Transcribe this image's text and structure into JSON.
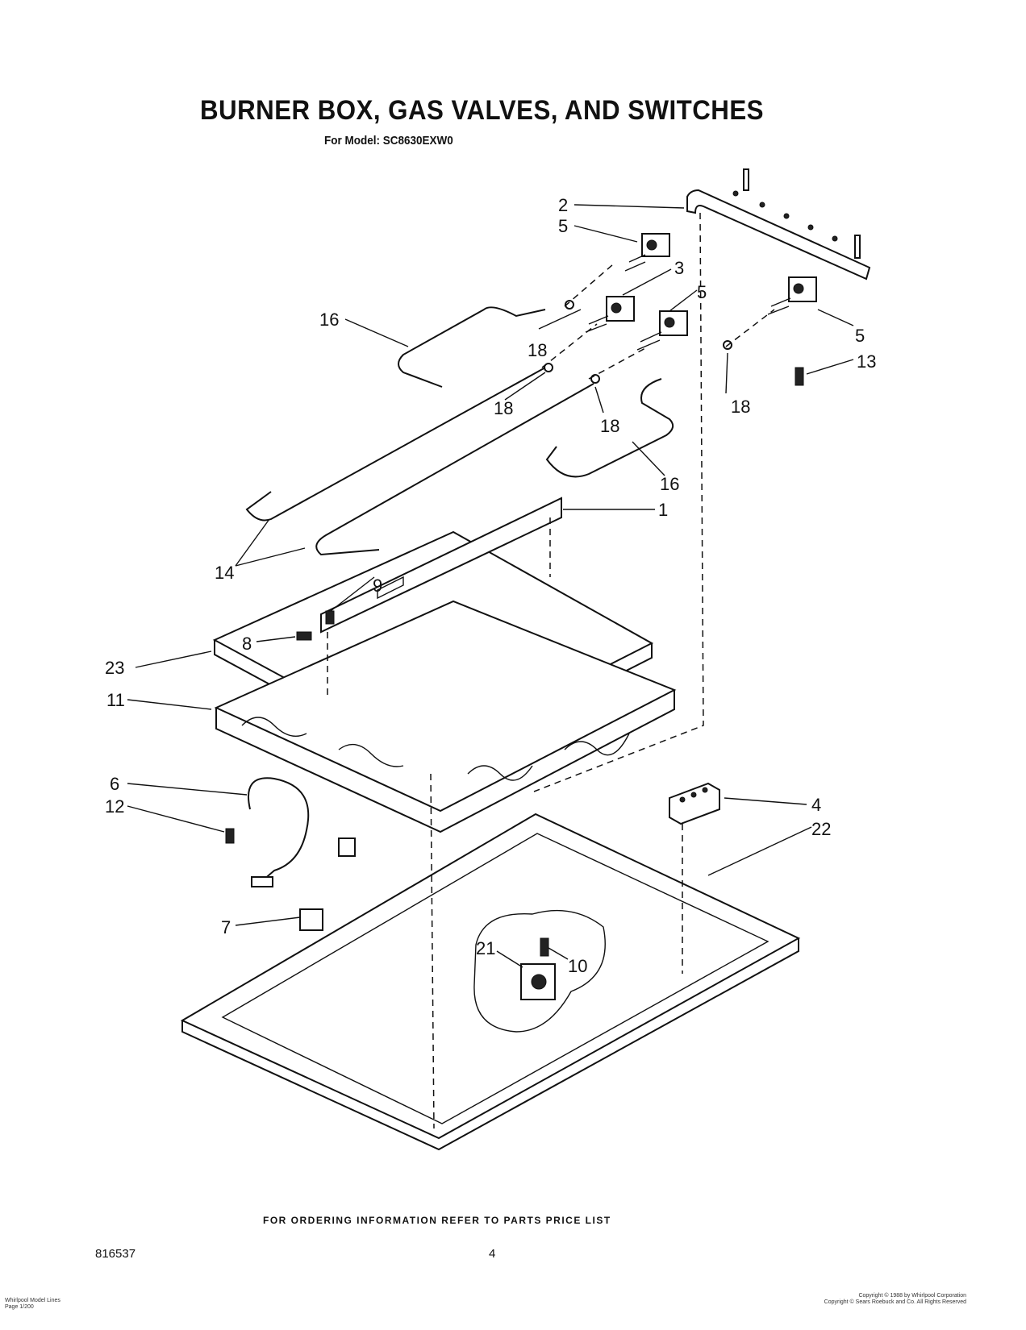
{
  "header": {
    "title": "BURNER BOX, GAS VALVES, AND SWITCHES",
    "subtitle": "For Model: SC8630EXW0"
  },
  "callouts": {
    "c2": "2",
    "c5a": "5",
    "c3": "3",
    "c5b": "5",
    "c16a": "16",
    "c18a": "18",
    "c5c": "5",
    "c13": "13",
    "c18b": "18",
    "c18c": "18",
    "c18d": "18",
    "c16b": "16",
    "c1": "1",
    "c14": "14",
    "c9": "9",
    "c8": "8",
    "c23": "23",
    "c11": "11",
    "c6": "6",
    "c12": "12",
    "c4": "4",
    "c22": "22",
    "c7": "7",
    "c21": "21",
    "c10": "10"
  },
  "footer": {
    "ordering_note": "FOR ORDERING INFORMATION REFER TO PARTS PRICE LIST",
    "doc_number": "816537",
    "page_number": "4",
    "left_small": [
      "Whirlpool Model Lines",
      "Page 1/200"
    ],
    "right_small": [
      "Copyright © 1988 by Whirlpool Corporation",
      "Copyright © Sears Roebuck and Co. All Rights Reserved"
    ]
  }
}
